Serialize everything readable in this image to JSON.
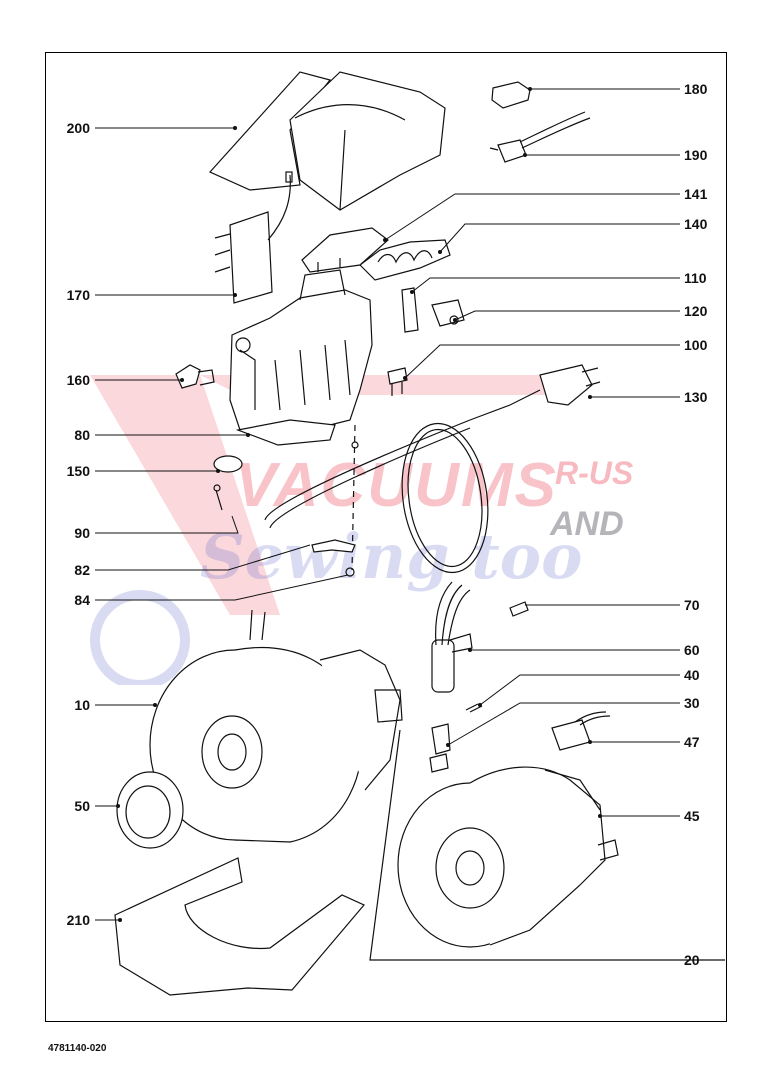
{
  "diagram": {
    "doc_number": "4781140-020",
    "watermark": {
      "brand_main": "VACUUMS",
      "brand_suffix": "R-US",
      "brand_and": "AND",
      "brand_sub": "Sewing too"
    },
    "callouts_left": [
      "200",
      "170",
      "160",
      "80",
      "150",
      "90",
      "82",
      "84",
      "10",
      "50",
      "210"
    ],
    "callouts_right": [
      "180",
      "190",
      "141",
      "140",
      "110",
      "120",
      "100",
      "130",
      "70",
      "60",
      "40",
      "30",
      "47",
      "45",
      "20"
    ],
    "colors": {
      "line": "#111111",
      "watermark_red": "#e6283c",
      "watermark_blue": "#5060c8"
    }
  }
}
